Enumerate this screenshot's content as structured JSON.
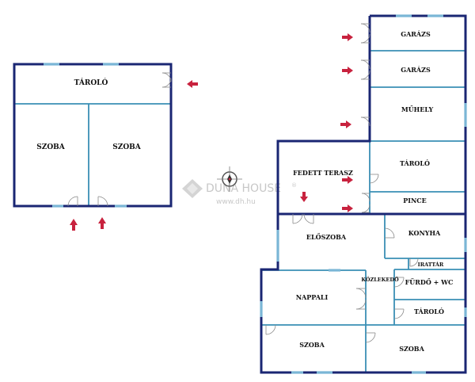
{
  "watermark": {
    "brand": "DUNA HOUSE",
    "reg_mark": "®",
    "url": "www.dh.hu"
  },
  "colors": {
    "outer_wall": "#1a2673",
    "inner_wall": "#3a8fb5",
    "arrow": "#c8223e",
    "door": "#8a8a8a",
    "watermark": "#c2c2c2"
  },
  "outbuilding": {
    "rooms": [
      "TÁROLÓ",
      "SZOBA",
      "SZOBA"
    ]
  },
  "house": {
    "rooms": [
      "GARÁZS",
      "GARÁZS",
      "MŰHELY",
      "TÁROLÓ",
      "FEDETT TERASZ",
      "PINCE",
      "ELŐSZOBA",
      "KONYHA",
      "IRATTÁR",
      "KÖZLEKEDŐ",
      "FÜRDŐ + WC",
      "NAPPALI",
      "TÁROLÓ",
      "SZOBA",
      "SZOBA"
    ]
  },
  "compass": {
    "icon": "compass-icon"
  }
}
